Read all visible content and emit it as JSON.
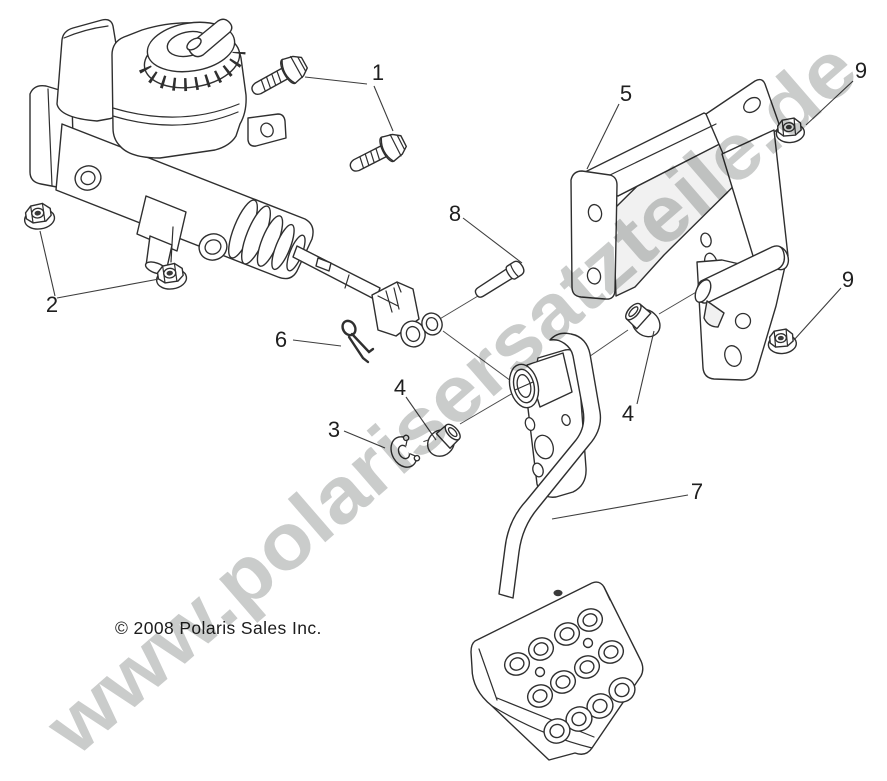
{
  "diagram": {
    "title_hint": "exploded-parts-diagram",
    "background_color": "#ffffff",
    "ink_color": "#2f2f2f",
    "watermark_text": "www.polarisersatzteile.de",
    "watermark_color": "#c7c9c8",
    "copyright_text": "© 2008 Polaris Sales Inc.",
    "callouts": {
      "c1": "1",
      "c2": "2",
      "c3": "3",
      "c4": "4",
      "c5": "5",
      "c6": "6",
      "c7": "7",
      "c8": "8",
      "c9": "9"
    }
  }
}
